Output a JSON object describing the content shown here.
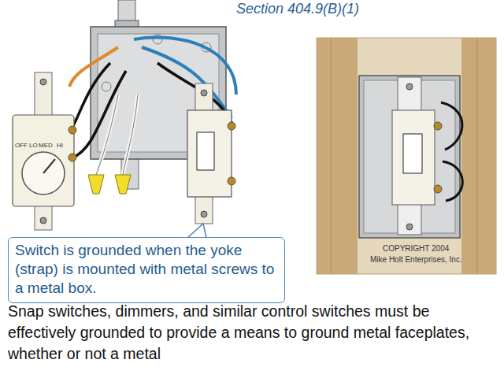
{
  "diagram": {
    "title": "Section 404.9(B)(1)",
    "caption": "Snap switches, dimmers, and similar control switches must be effectively grounded to provide a means to ground metal faceplates, whether or not a metal",
    "nodes": [
      {
        "text": [
          "Switch is grounded when the yoke (strap) is mounted with metal screws to a metal box."
        ]
      }
    ],
    "labels": [
      "OFF",
      "LO",
      "MED",
      "HI",
      "COPYRIGHT 2004",
      "Mike Holt Enterprises, Inc."
    ]
  }
}
